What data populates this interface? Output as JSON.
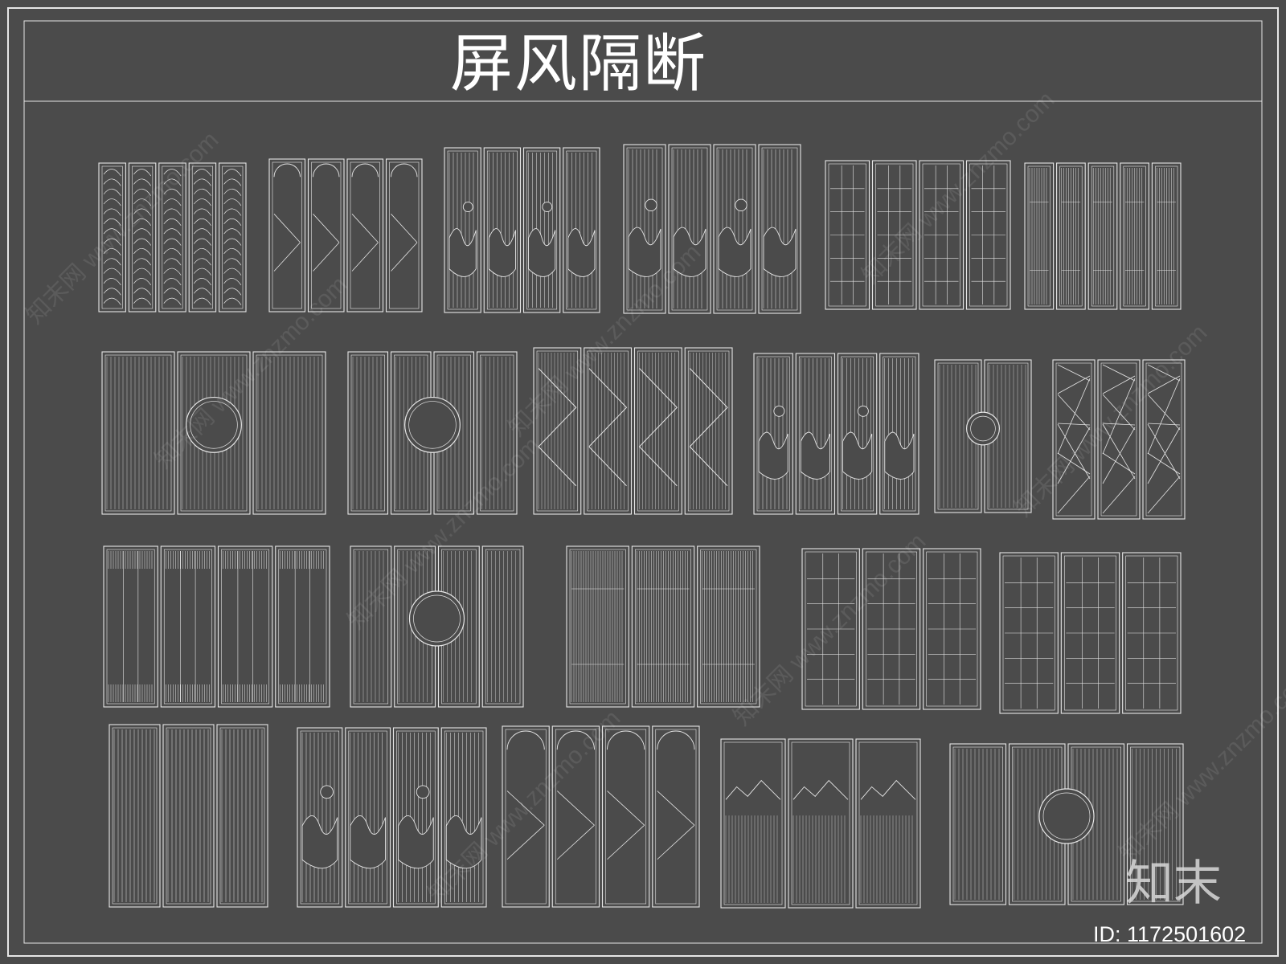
{
  "title": "屏风隔断",
  "logo": "知末",
  "id_label": "ID: 1172501602",
  "watermark_text": "知末网 www.znzmo.com",
  "colors": {
    "background": "#4b4b4b",
    "line": "#e6e6e6"
  },
  "screens": [
    {
      "name": "screen-leaf-pattern",
      "panels": 5,
      "infill": "wave"
    },
    {
      "name": "screen-arch-panels",
      "panels": 4,
      "infill": "arch"
    },
    {
      "name": "screen-mountain-slats-1",
      "panels": 4,
      "infill": "mountain"
    },
    {
      "name": "screen-mountain-moon-1",
      "panels": 4,
      "infill": "mountain"
    },
    {
      "name": "screen-lattice-4",
      "panels": 4,
      "infill": "lattice"
    },
    {
      "name": "screen-bamboo-glass",
      "panels": 5,
      "infill": "bamboo"
    },
    {
      "name": "screen-moon-door-lattice",
      "panels": 3,
      "infill": "moon"
    },
    {
      "name": "screen-moon-door-simple",
      "panels": 4,
      "infill": "moon"
    },
    {
      "name": "screen-diagonal-slats",
      "panels": 4,
      "infill": "diagonal"
    },
    {
      "name": "screen-mountain-slats-2",
      "panels": 4,
      "infill": "mountain"
    },
    {
      "name": "screen-moon-window",
      "panels": 2,
      "infill": "moon"
    },
    {
      "name": "screen-ice-crack",
      "panels": 3,
      "infill": "crack"
    },
    {
      "name": "screen-framed-panels",
      "panels": 4,
      "infill": "framed"
    },
    {
      "name": "screen-moon-slats",
      "panels": 4,
      "infill": "moon"
    },
    {
      "name": "screen-bamboo-center",
      "panels": 3,
      "infill": "bamboo"
    },
    {
      "name": "screen-grid-lattice",
      "panels": 3,
      "infill": "grid"
    },
    {
      "name": "screen-side-lattice",
      "panels": 3,
      "infill": "grid"
    },
    {
      "name": "screen-slat-frame",
      "panels": 3,
      "infill": "slats"
    },
    {
      "name": "screen-mountain-moon-2",
      "panels": 4,
      "infill": "mountain"
    },
    {
      "name": "screen-arch-slats",
      "panels": 4,
      "infill": "arch"
    },
    {
      "name": "screen-landscape",
      "panels": 3,
      "infill": "landscape"
    },
    {
      "name": "screen-moon-bamboo",
      "panels": 4,
      "infill": "moon"
    }
  ]
}
